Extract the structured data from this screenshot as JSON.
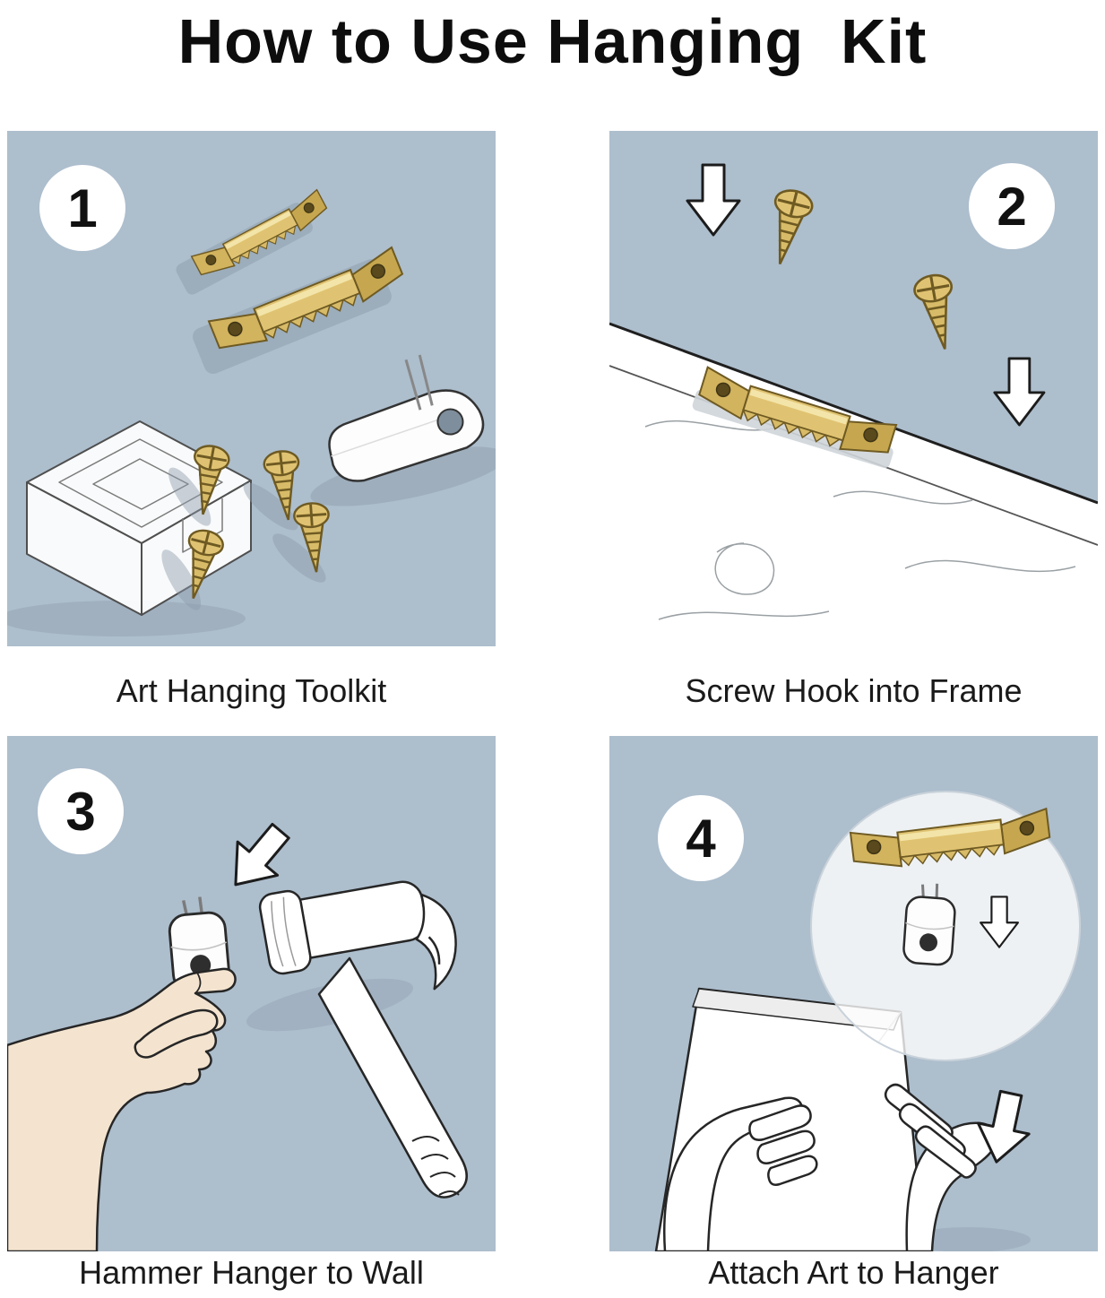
{
  "title": "How to Use Hanging  Kit",
  "panels": [
    {
      "number": "1",
      "caption": "Art Hanging Toolkit",
      "objects": [
        "storage-box",
        "sawtooth-hanger",
        "sawtooth-hanger",
        "screw",
        "screw",
        "screw",
        "screw",
        "wall-hook"
      ]
    },
    {
      "number": "2",
      "caption": "Screw Hook into Frame",
      "objects": [
        "wood-frame",
        "sawtooth-hanger",
        "screw",
        "screw",
        "down-arrow",
        "down-arrow"
      ]
    },
    {
      "number": "3",
      "caption": "Hammer Hanger to Wall",
      "objects": [
        "hand",
        "wall-hook",
        "hammer",
        "down-arrow"
      ]
    },
    {
      "number": "4",
      "caption": "Attach Art to Hanger",
      "objects": [
        "canvas",
        "hands",
        "magnifier-circle",
        "sawtooth-hanger",
        "wall-hook",
        "down-arrow",
        "down-arrow"
      ]
    }
  ],
  "colors": {
    "panel_bg": "#adbecd",
    "brass": "#d8bb68",
    "brass_dark": "#6e5a22",
    "outline": "#262626",
    "skin": "#f4e4cf",
    "shadow": "#8c9cab"
  }
}
